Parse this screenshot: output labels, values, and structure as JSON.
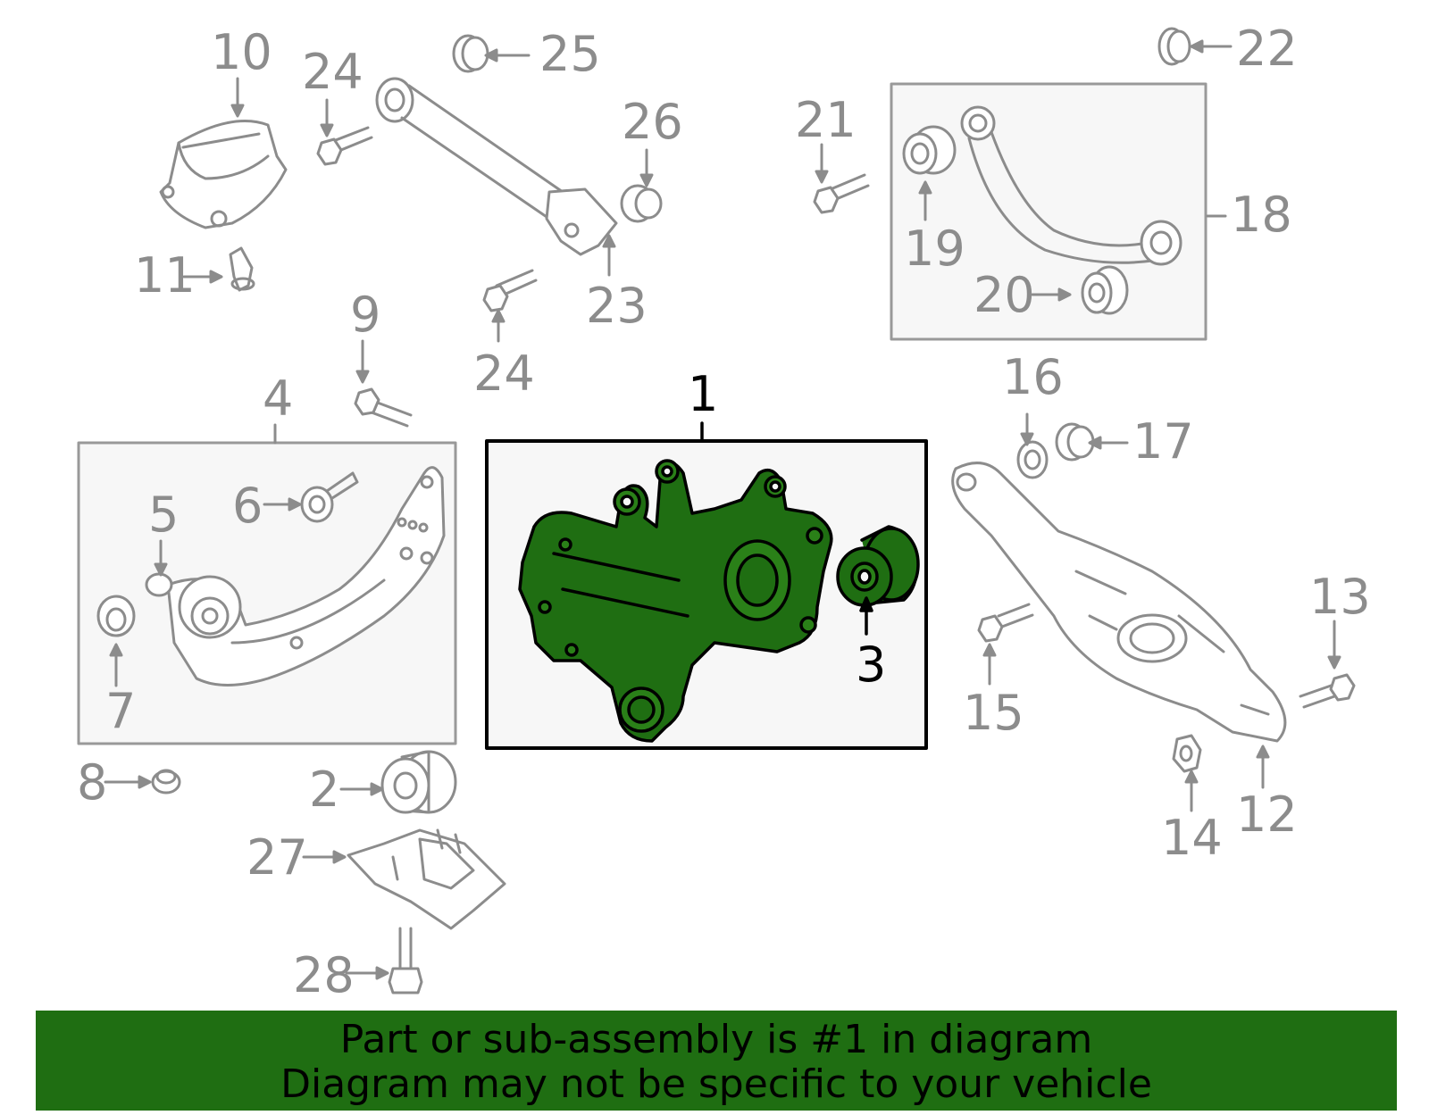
{
  "diagram": {
    "highlight_color": "#1f6e12",
    "outline_color": "#8c8c8c",
    "callouts": {
      "c1": "1",
      "c2": "2",
      "c3": "3",
      "c4": "4",
      "c5": "5",
      "c6": "6",
      "c7": "7",
      "c8": "8",
      "c9": "9",
      "c10": "10",
      "c11": "11",
      "c12": "12",
      "c13": "13",
      "c14": "14",
      "c15": "15",
      "c16": "16",
      "c17": "17",
      "c18": "18",
      "c19": "19",
      "c20": "20",
      "c21": "21",
      "c22": "22",
      "c23": "23",
      "c24a": "24",
      "c24b": "24",
      "c25": "25",
      "c26": "26",
      "c27": "27",
      "c28": "28"
    }
  },
  "banner": {
    "line1": "Part or sub-assembly is #1 in diagram",
    "line2": "Diagram may not be specific to your vehicle",
    "background": "#1f6e12"
  }
}
